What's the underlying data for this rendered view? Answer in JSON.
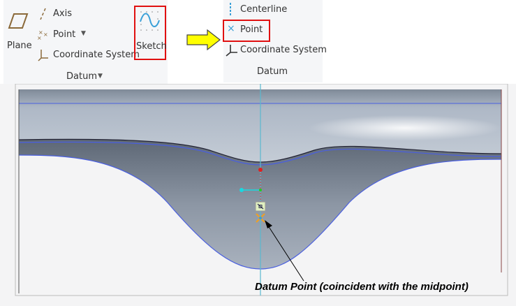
{
  "ribbon_left": {
    "plane_label": "Plane",
    "axis_label": "Axis",
    "point_label": "Point",
    "coordinate_system_label": "Coordinate System",
    "sketch_label": "Sketch",
    "group_label": "Datum"
  },
  "ribbon_right": {
    "centerline_label": "Centerline",
    "point_label": "Point",
    "coordinate_system_label": "Coordinate System",
    "group_label": "Datum"
  },
  "annotation": {
    "caption": "Datum Point (coincident with the midpoint)"
  },
  "colors": {
    "highlight": "#e01010",
    "arrow": "#ffff00",
    "sketch": "#3aa0d8"
  }
}
